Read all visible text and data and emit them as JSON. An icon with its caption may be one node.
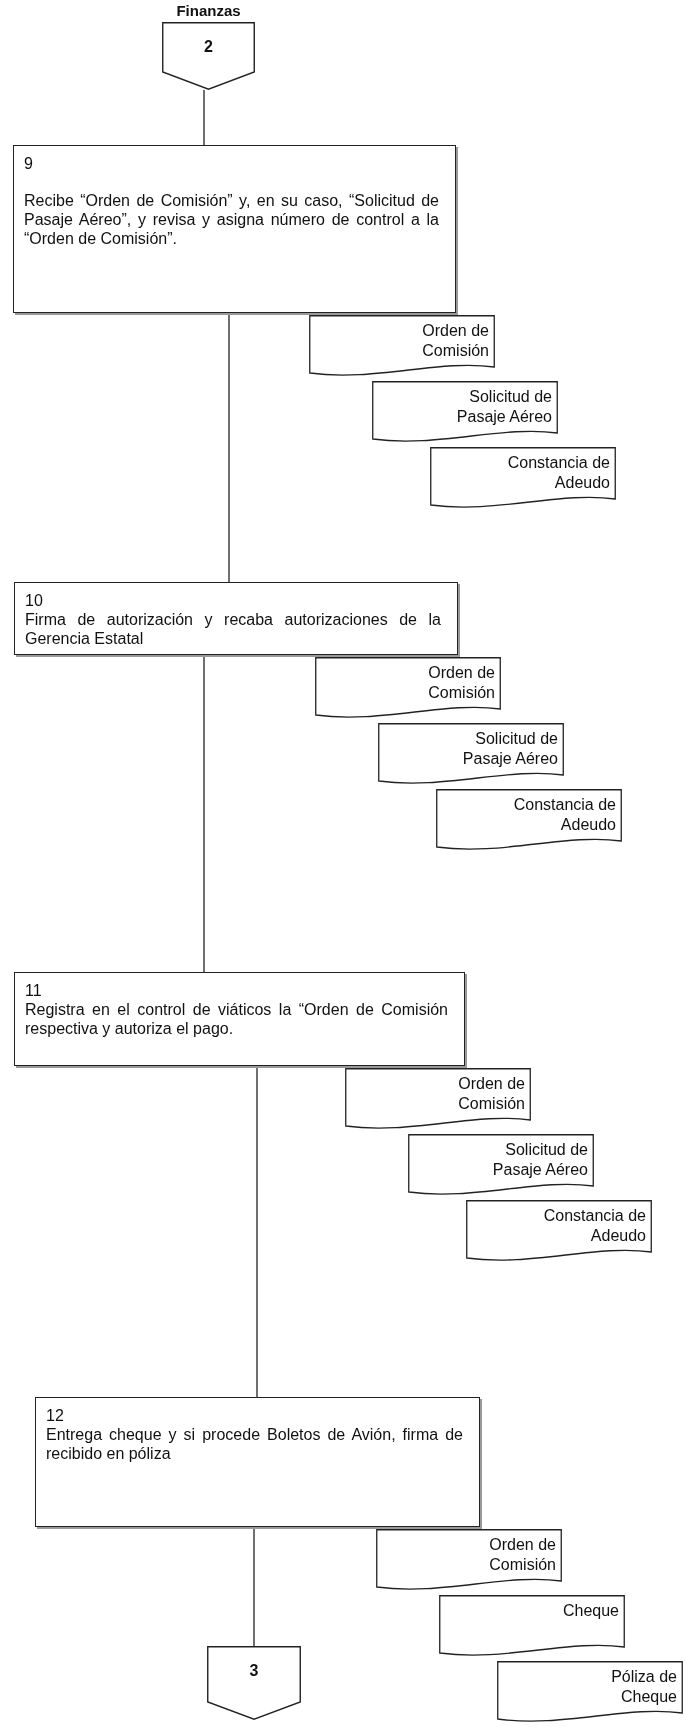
{
  "diagram": {
    "nodes": [
      {
        "text": [
          "2"
        ],
        "beside": [
          "Finanzas"
        ]
      },
      {
        "text": [
          "9",
          "Recibe “Orden de Comisión” y, en su caso, “Solicitud de Pasaje Aéreo”, y revisa y asigna número de control a la “Orden de Comisión”."
        ]
      },
      {
        "text": [
          "Orden de Comisión"
        ]
      },
      {
        "text": [
          "Solicitud de Pasaje Aéreo"
        ]
      },
      {
        "text": [
          "Constancia de Adeudo"
        ]
      },
      {
        "text": [
          "10",
          "Firma de autorización y recaba autorizaciones de la Gerencia Estatal"
        ]
      },
      {
        "text": [
          "Orden de Comisión"
        ]
      },
      {
        "text": [
          "Solicitud de Pasaje Aéreo"
        ]
      },
      {
        "text": [
          "Constancia de Adeudo"
        ]
      },
      {
        "text": [
          "11",
          "Registra en el control de viáticos la “Orden de Comisión respectiva y autoriza el pago."
        ]
      },
      {
        "text": [
          "Orden de Comisión"
        ]
      },
      {
        "text": [
          "Solicitud de Pasaje Aéreo"
        ]
      },
      {
        "text": [
          "Constancia de Adeudo"
        ]
      },
      {
        "text": [
          "12",
          "Entrega cheque y si procede Boletos de Avión, firma de recibido en póliza"
        ]
      },
      {
        "text": [
          "Orden de Comisión"
        ]
      },
      {
        "text": [
          "Cheque"
        ]
      },
      {
        "text": [
          "Póliza de Cheque"
        ]
      },
      {
        "text": [
          "3"
        ]
      }
    ],
    "edges": [
      {
        "from": 0,
        "to": 1,
        "arrow": "none"
      },
      {
        "from": 1,
        "to": 5,
        "arrow": "none"
      },
      {
        "from": 5,
        "to": 9,
        "arrow": "none"
      },
      {
        "from": 9,
        "to": 13,
        "arrow": "none"
      },
      {
        "from": 13,
        "to": 17,
        "arrow": "none"
      }
    ]
  }
}
